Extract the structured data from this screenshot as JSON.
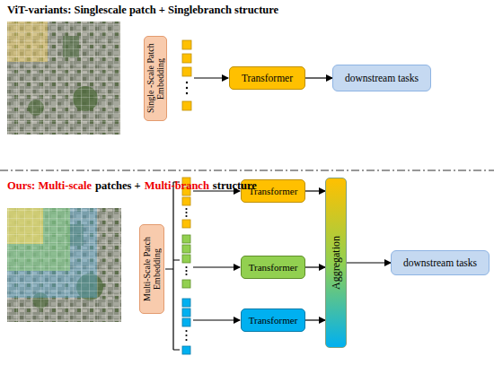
{
  "diagram": {
    "nodes": [
      {
        "text": [
          "Single -Scale Patch Embedding"
        ]
      },
      {
        "text": [
          "Transformer"
        ]
      },
      {
        "text": [
          "downstream tasks"
        ]
      },
      {
        "text": [
          "Multi-Scale Patch Embedding"
        ]
      },
      {
        "text": [
          "Transformer"
        ]
      },
      {
        "text": [
          "Transformer"
        ]
      },
      {
        "text": [
          "Transformer"
        ]
      },
      {
        "text": [
          "Aggregation"
        ]
      },
      {
        "text": [
          "downstream tasks"
        ]
      }
    ],
    "edges": [
      {
        "from": 1,
        "to": 2,
        "arrow": "to"
      },
      {
        "from": 4,
        "to": 7,
        "arrow": "to"
      },
      {
        "from": 5,
        "to": 7,
        "arrow": "to"
      },
      {
        "from": 6,
        "to": 7,
        "arrow": "to"
      },
      {
        "from": 7,
        "to": 8,
        "arrow": "to"
      }
    ],
    "labels": [
      "ViT-variants: Singlescale patch + Singlebranch structure",
      "Ours: Multi-scale",
      "patches +",
      "Multi-branch",
      "structure"
    ]
  }
}
